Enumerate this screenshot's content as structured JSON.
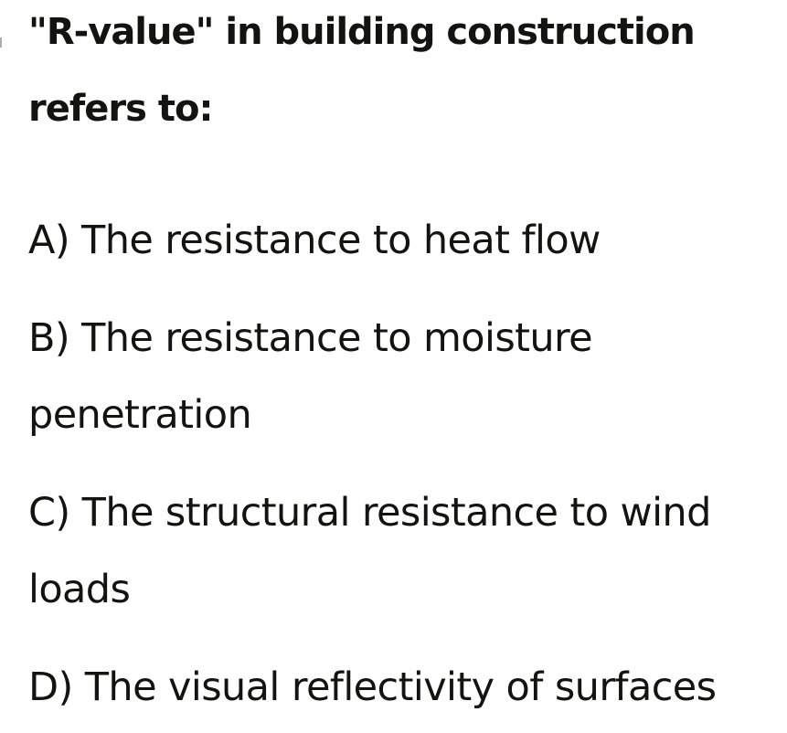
{
  "colors": {
    "background": "#ffffff",
    "text": "#131312",
    "marker_fragment": "#adadad"
  },
  "question": {
    "title": "\"R-value\" in building construction\nrefers to:"
  },
  "options": [
    {
      "text": "A) The resistance to heat flow"
    },
    {
      "text": "B) The resistance to moisture\npenetration"
    },
    {
      "text": "C) The structural resistance to wind\nloads"
    },
    {
      "text": "D) The visual reflectivity of surfaces"
    }
  ]
}
